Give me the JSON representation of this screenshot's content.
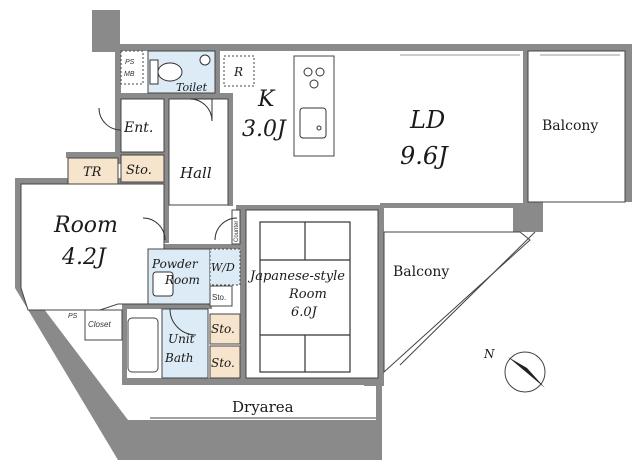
{
  "colors": {
    "wall": "#8a8a8a",
    "wall_dark": "#7a7a7a",
    "wet_area": "#dcebf5",
    "storage": "#f6e4cc",
    "floor": "#ffffff",
    "line": "#444444"
  },
  "rooms": {
    "toilet": "Toilet",
    "refrigerator": "R",
    "kitchen": "K",
    "kitchen_size": "3.0J",
    "ld": "LD",
    "ld_size": "9.6J",
    "balcony_east": "Balcony",
    "entrance": "Ent.",
    "storage_entry": "Sto.",
    "trunk_room": "TR",
    "hall": "Hall",
    "room": "Room",
    "room_size": "4.2J",
    "powder_room_1": "Powder",
    "powder_room_2": "Room",
    "washer": "W/D",
    "storage_powder": "Sto.",
    "counter": "Counter",
    "japanese_1": "Japanese-style",
    "japanese_2": "Room",
    "japanese_size": "6.0J",
    "balcony_south": "Balcony",
    "closet": "Closet",
    "storage_bath_1": "Sto.",
    "storage_bath_2": "Sto.",
    "unit_bath_1": "Unit",
    "unit_bath_2": "Bath",
    "dryarea": "Dryarea",
    "ps_mb_1": "PS",
    "ps_mb_2": "MB",
    "ps": "PS",
    "compass": "N"
  }
}
